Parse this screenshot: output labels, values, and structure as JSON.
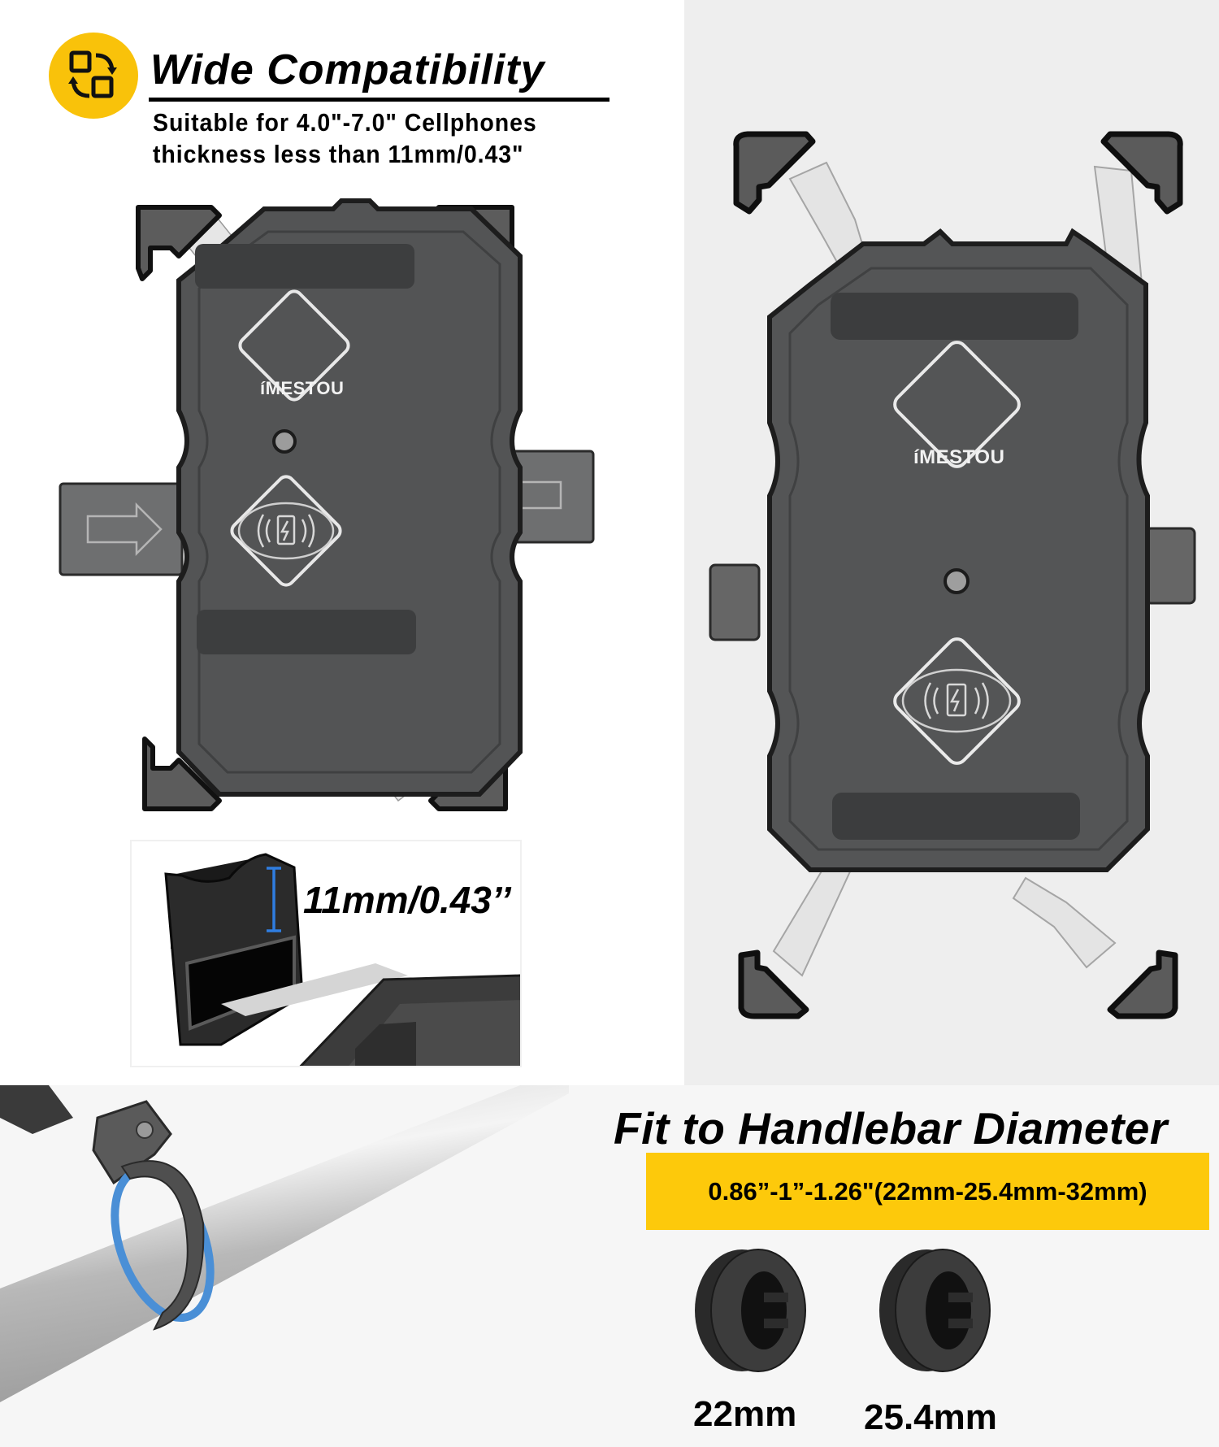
{
  "top_left": {
    "icon": "swap-devices-icon",
    "title": "Wide Compatibility",
    "subtitle_line1": "Suitable for 4.0\"-7.0\" Cellphones",
    "subtitle_line2": "thickness less than 11mm/0.43\""
  },
  "holder": {
    "brand": "íMESTOU",
    "center_icon": "wireless-charging-icon",
    "left_arrow_icon": "arrow-right-icon",
    "right_arrow_icon": "arrow-left-icon"
  },
  "thickness_inset": {
    "label": "11mm/0.43’’"
  },
  "right_panel": {
    "brand": "íMESTOU",
    "center_icon": "wireless-charging-icon"
  },
  "bottom": {
    "title": "Fit to Handlebar Diameter",
    "band_text": "0.86”-1”-1.26\"(22mm-25.4mm-32mm)",
    "rings": [
      {
        "label": "22mm"
      },
      {
        "label": "25.4mm"
      }
    ]
  },
  "colors": {
    "accent_yellow": "#fdc90b",
    "icon_yellow": "#f9c20a",
    "holder_body": "#545556",
    "right_bg": "#eeeeee",
    "measure_blue": "#2f7de0"
  }
}
